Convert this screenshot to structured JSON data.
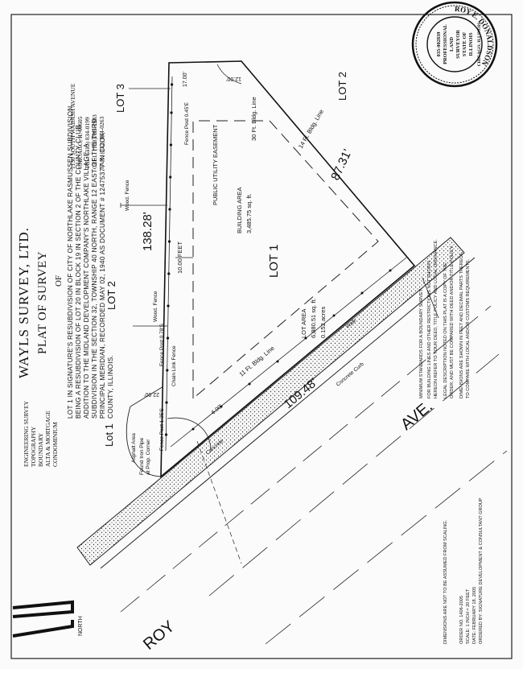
{
  "company": {
    "name": "WAYLS SURVEY, LTD.",
    "doc_title": "PLAT OF SURVEY",
    "of": "OF",
    "address": [
      "1130 SOUTH WABASH AVENUE",
      "CHICAGO, IL 60605",
      "TEL: (312) 834-0199",
      "CELL: (708)785-1983",
      "FAX: (312) 834-0263"
    ],
    "services": [
      "ENGINEERING SURVEY",
      "TOPOGRAPHY",
      "BOUNDARY",
      "ALTA & MORTGAGE",
      "CONDOMINIUM"
    ]
  },
  "legal_description": [
    "LOT 1 IN SIGNATURE'S RESUBDIVISION OF CITY OF NORTHLAKE RASMUSSEN SUBDIVISION",
    "BEING A RESUBDIVISION OF LOT 20 IN BLOCK 19 IN SECTION 2 OF THE COUNTY CLUB",
    "ADDITION TO THE MIDLAND DEVELOPMENT COMPANY'S NORTHLAKE VILLAGE, A",
    "SUBDIVISION IN THE SECTION 32, TOWNSHIP 40 NORTH, RANGE 12 EAST OF THE THIRD",
    "PRINCIPAL MERIDIAN, RECORDED MAY 02, 1940 AS DOCUMENT # 12475377 IN COOK",
    "COUNTY, ILLINOIS."
  ],
  "plat": {
    "lots": {
      "lot1": "LOT 1",
      "lot2_north": "LOT 2",
      "lot2_east": "LOT 2",
      "lot3": "LOT 3",
      "lot1_west": "Lot 1"
    },
    "dimensions": {
      "west": "138.28'",
      "east": "87.31'",
      "south": "109.48'"
    },
    "setbacks": {
      "ten_feet": "10.00 FEET",
      "bldg_line_30": "30 Ft. Bldg. Line",
      "bldg_line_11": "11 Ft. Bldg. Line",
      "bldg_line_14": "14 Ft. Bldg. Line"
    },
    "easement": "PUBLIC UTILITY EASEMENT",
    "building_area": "BUILDING AREA",
    "building_area_value": "3,485.75 sq. ft.",
    "lot_area": "LOT AREA",
    "lot_area_sqft": "6,880.51 sq. ft.",
    "lot_area_acres": "0.152 acres",
    "fences": {
      "wood_fence": "Wood. Fence",
      "wood_fence_2": "Wood. Fence",
      "chain_link": "Chain Link Fence",
      "fence_post_1": "Fence Post 0.45'E",
      "fence_post_2": "Fence Post 0.78'S",
      "fence_post_3": "Fence Post 1.35'S"
    },
    "corner_labels": [
      "Found Iron Pipe",
      "at Prop. Corner"
    ],
    "asphalt": "Asphalt Area",
    "concrete": "Concrete",
    "concrete_curb": "Concrete Curb",
    "walk": "Walk",
    "street_ave": "AVE.",
    "street_roy": "ROY",
    "north": "NORTH",
    "small_dims": [
      "17.00'",
      "12.00'",
      "22.00'",
      "6.00'"
    ]
  },
  "notes": {
    "standards": "MINIMUM STANDARDS FOR A BOUNDARY SURVEY.",
    "lines": [
      "FOR BUILDING LINES AND OTHER RESTRICTIONS NOT SHOWN",
      "HEREON REFER TO YOUR DEED, TITLE POLICY AND LOCAL ORDINANCE.",
      "LEGAL DESCRIPTION NOTED ON THIS PLAT IS A COPY OF THE",
      "ORDER, AND MUST BE COMPARED WITH DEED AND/OR TITLE POLICY.",
      "DIMENSIONS ARE SHOWN IN FEET AND DECIMAL PARTS THEREOF.",
      "TO COMPARE WITH LOCAL AND/OR CUSTOMS REQUIREMENTS."
    ],
    "scale_note": "DIMENSIONS ARE NOT TO BE ASSUMED FROM SCALING.",
    "order": "ORDER NO. 1406-2005",
    "scale": "SCALE: 1 INCH = 20 FEET",
    "date": "DATE: FEBRUARY 18, 2005",
    "ordered_by": "ORDERED BY: SIGNATURE DEVELOPMENT & CONSULTANT GROUP"
  },
  "seal": {
    "ring_text": "ROY E. DONALDSON",
    "number": "035-002839",
    "inner": [
      "PROFESSIONAL",
      "LAND",
      "SURVEYOR",
      "STATE OF",
      "ILLINOIS"
    ],
    "city": "CHICAGO, ILLINOIS"
  }
}
